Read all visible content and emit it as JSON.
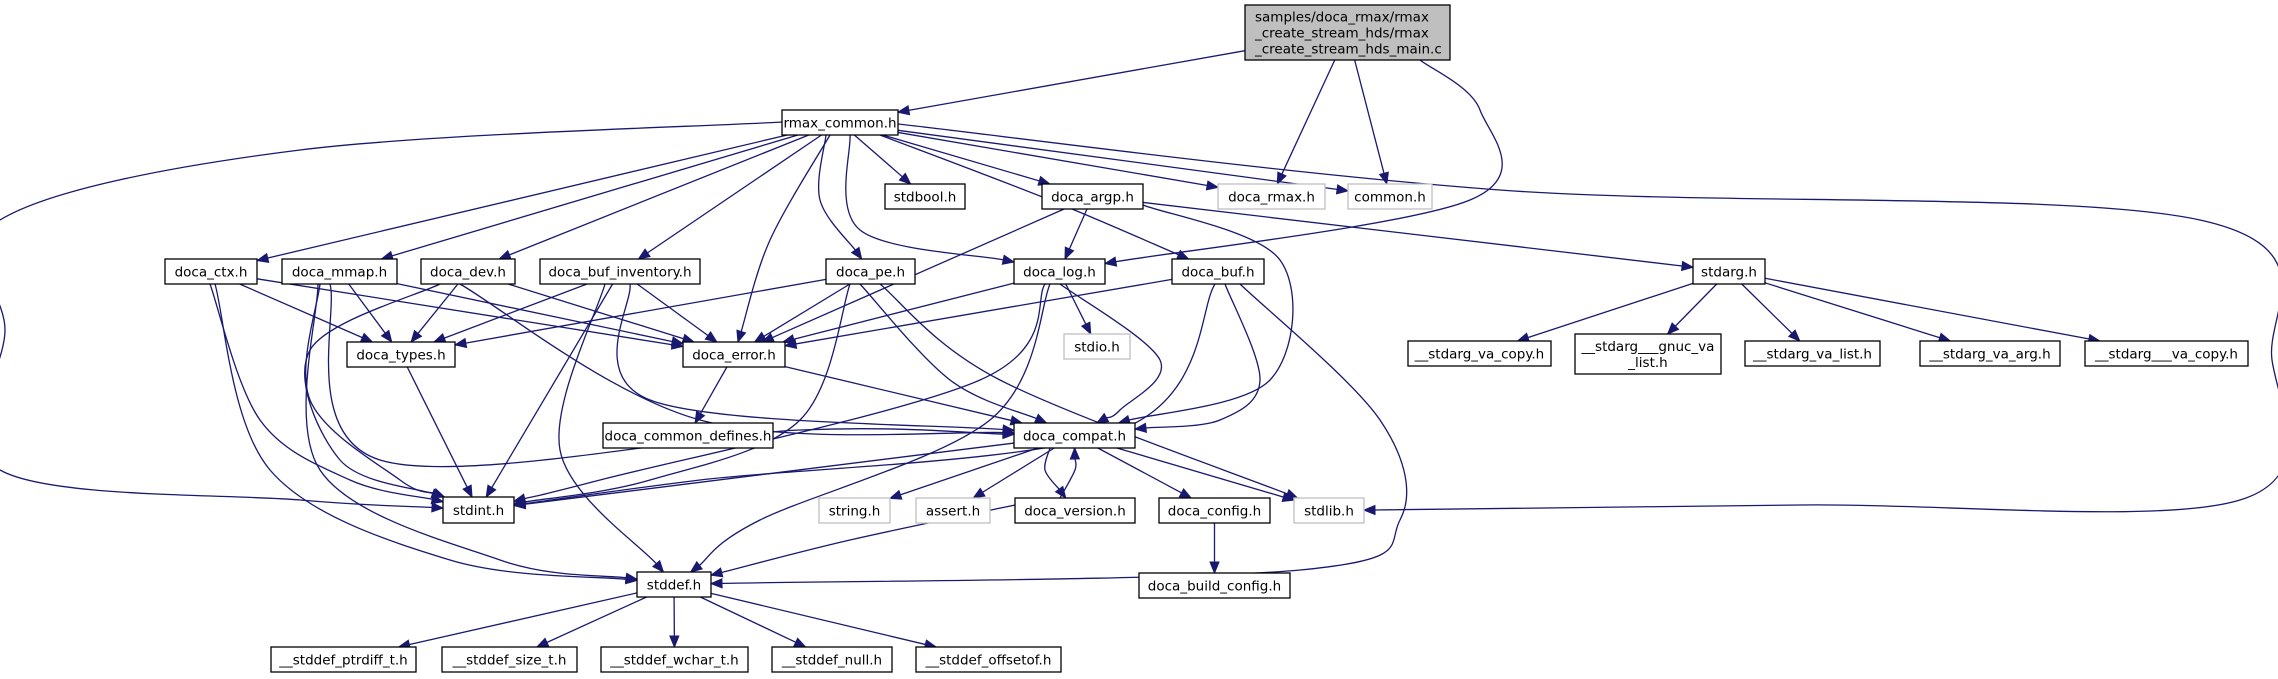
{
  "diagram": {
    "type": "include-dependency-graph",
    "edge_color": "#191970",
    "root_fill_color": "#bfbfbf",
    "external_border_color": "#bfbfbf",
    "nodes": [
      {
        "id": "root",
        "label_lines": [
          "samples/doca_rmax/rmax",
          "_create_stream_hds/rmax",
          "_create_stream_hds_main.c"
        ],
        "kind": "root"
      },
      {
        "id": "rmax_common",
        "label_lines": [
          "rmax_common.h"
        ],
        "kind": "doc"
      },
      {
        "id": "stdbool",
        "label_lines": [
          "stdbool.h"
        ],
        "kind": "doc"
      },
      {
        "id": "doca_argp",
        "label_lines": [
          "doca_argp.h"
        ],
        "kind": "doc"
      },
      {
        "id": "doca_rmax",
        "label_lines": [
          "doca_rmax.h"
        ],
        "kind": "external"
      },
      {
        "id": "common",
        "label_lines": [
          "common.h"
        ],
        "kind": "external"
      },
      {
        "id": "doca_ctx",
        "label_lines": [
          "doca_ctx.h"
        ],
        "kind": "doc"
      },
      {
        "id": "doca_mmap",
        "label_lines": [
          "doca_mmap.h"
        ],
        "kind": "doc"
      },
      {
        "id": "doca_dev",
        "label_lines": [
          "doca_dev.h"
        ],
        "kind": "doc"
      },
      {
        "id": "doca_buf_inventory",
        "label_lines": [
          "doca_buf_inventory.h"
        ],
        "kind": "doc"
      },
      {
        "id": "doca_pe",
        "label_lines": [
          "doca_pe.h"
        ],
        "kind": "doc"
      },
      {
        "id": "doca_log",
        "label_lines": [
          "doca_log.h"
        ],
        "kind": "doc"
      },
      {
        "id": "doca_buf",
        "label_lines": [
          "doca_buf.h"
        ],
        "kind": "doc"
      },
      {
        "id": "stdarg",
        "label_lines": [
          "stdarg.h"
        ],
        "kind": "doc"
      },
      {
        "id": "doca_types",
        "label_lines": [
          "doca_types.h"
        ],
        "kind": "doc"
      },
      {
        "id": "doca_error",
        "label_lines": [
          "doca_error.h"
        ],
        "kind": "doc"
      },
      {
        "id": "stdio",
        "label_lines": [
          "stdio.h"
        ],
        "kind": "external"
      },
      {
        "id": "stdarg_va_copy",
        "label_lines": [
          "__stdarg_va_copy.h"
        ],
        "kind": "doc"
      },
      {
        "id": "stdarg_gnuc_va_list",
        "label_lines": [
          "__stdarg___gnuc_va",
          "_list.h"
        ],
        "kind": "doc"
      },
      {
        "id": "stdarg_va_list",
        "label_lines": [
          "__stdarg_va_list.h"
        ],
        "kind": "doc"
      },
      {
        "id": "stdarg_va_arg",
        "label_lines": [
          "__stdarg_va_arg.h"
        ],
        "kind": "doc"
      },
      {
        "id": "stdarg___va_copy",
        "label_lines": [
          "__stdarg___va_copy.h"
        ],
        "kind": "doc"
      },
      {
        "id": "doca_common_defines",
        "label_lines": [
          "doca_common_defines.h"
        ],
        "kind": "doc"
      },
      {
        "id": "doca_compat",
        "label_lines": [
          "doca_compat.h"
        ],
        "kind": "doc"
      },
      {
        "id": "stdint",
        "label_lines": [
          "stdint.h"
        ],
        "kind": "doc"
      },
      {
        "id": "string",
        "label_lines": [
          "string.h"
        ],
        "kind": "external"
      },
      {
        "id": "assert",
        "label_lines": [
          "assert.h"
        ],
        "kind": "external"
      },
      {
        "id": "doca_version",
        "label_lines": [
          "doca_version.h"
        ],
        "kind": "doc"
      },
      {
        "id": "doca_config",
        "label_lines": [
          "doca_config.h"
        ],
        "kind": "doc"
      },
      {
        "id": "stdlib",
        "label_lines": [
          "stdlib.h"
        ],
        "kind": "external"
      },
      {
        "id": "stddef",
        "label_lines": [
          "stddef.h"
        ],
        "kind": "doc"
      },
      {
        "id": "doca_build_config",
        "label_lines": [
          "doca_build_config.h"
        ],
        "kind": "doc"
      },
      {
        "id": "stddef_ptrdiff_t",
        "label_lines": [
          "__stddef_ptrdiff_t.h"
        ],
        "kind": "doc"
      },
      {
        "id": "stddef_size_t",
        "label_lines": [
          "__stddef_size_t.h"
        ],
        "kind": "doc"
      },
      {
        "id": "stddef_wchar_t",
        "label_lines": [
          "__stddef_wchar_t.h"
        ],
        "kind": "doc"
      },
      {
        "id": "stddef_null",
        "label_lines": [
          "__stddef_null.h"
        ],
        "kind": "doc"
      },
      {
        "id": "stddef_offsetof",
        "label_lines": [
          "__stddef_offsetof.h"
        ],
        "kind": "doc"
      }
    ],
    "edges": [
      [
        "root",
        "rmax_common"
      ],
      [
        "root",
        "doca_rmax"
      ],
      [
        "root",
        "common"
      ],
      [
        "root",
        "doca_log"
      ],
      [
        "rmax_common",
        "stdbool"
      ],
      [
        "rmax_common",
        "doca_argp"
      ],
      [
        "rmax_common",
        "doca_rmax"
      ],
      [
        "rmax_common",
        "common"
      ],
      [
        "rmax_common",
        "doca_ctx"
      ],
      [
        "rmax_common",
        "doca_mmap"
      ],
      [
        "rmax_common",
        "doca_dev"
      ],
      [
        "rmax_common",
        "doca_buf_inventory"
      ],
      [
        "rmax_common",
        "doca_pe"
      ],
      [
        "rmax_common",
        "doca_log"
      ],
      [
        "rmax_common",
        "doca_buf"
      ],
      [
        "rmax_common",
        "doca_error"
      ],
      [
        "rmax_common",
        "stdint"
      ],
      [
        "rmax_common",
        "stdlib"
      ],
      [
        "doca_argp",
        "doca_log"
      ],
      [
        "doca_argp",
        "doca_error"
      ],
      [
        "doca_argp",
        "doca_compat"
      ],
      [
        "doca_argp",
        "stdarg"
      ],
      [
        "doca_ctx",
        "doca_types"
      ],
      [
        "doca_ctx",
        "doca_error"
      ],
      [
        "doca_ctx",
        "stdint"
      ],
      [
        "doca_ctx",
        "stddef"
      ],
      [
        "doca_mmap",
        "doca_types"
      ],
      [
        "doca_mmap",
        "doca_error"
      ],
      [
        "doca_mmap",
        "doca_compat"
      ],
      [
        "doca_mmap",
        "stdint"
      ],
      [
        "doca_mmap",
        "stddef"
      ],
      [
        "doca_dev",
        "doca_types"
      ],
      [
        "doca_dev",
        "doca_error"
      ],
      [
        "doca_dev",
        "doca_compat"
      ],
      [
        "doca_dev",
        "stdint"
      ],
      [
        "doca_buf_inventory",
        "doca_types"
      ],
      [
        "doca_buf_inventory",
        "doca_error"
      ],
      [
        "doca_buf_inventory",
        "doca_compat"
      ],
      [
        "doca_buf_inventory",
        "stdint"
      ],
      [
        "doca_buf_inventory",
        "stddef"
      ],
      [
        "doca_pe",
        "doca_types"
      ],
      [
        "doca_pe",
        "doca_error"
      ],
      [
        "doca_pe",
        "doca_compat"
      ],
      [
        "doca_pe",
        "stdint"
      ],
      [
        "doca_pe",
        "stdlib"
      ],
      [
        "doca_log",
        "doca_error"
      ],
      [
        "doca_log",
        "doca_compat"
      ],
      [
        "doca_log",
        "stdio"
      ],
      [
        "doca_log",
        "stdint"
      ],
      [
        "doca_log",
        "stddef"
      ],
      [
        "doca_buf",
        "doca_error"
      ],
      [
        "doca_buf",
        "doca_compat"
      ],
      [
        "doca_buf",
        "stdint"
      ],
      [
        "doca_buf",
        "stddef"
      ],
      [
        "stdarg",
        "stdarg_va_copy"
      ],
      [
        "stdarg",
        "stdarg_gnuc_va_list"
      ],
      [
        "stdarg",
        "stdarg_va_list"
      ],
      [
        "stdarg",
        "stdarg_va_arg"
      ],
      [
        "stdarg",
        "stdarg___va_copy"
      ],
      [
        "doca_types",
        "stdint"
      ],
      [
        "doca_error",
        "doca_common_defines"
      ],
      [
        "doca_error",
        "doca_compat"
      ],
      [
        "doca_compat",
        "stdint"
      ],
      [
        "doca_compat",
        "string"
      ],
      [
        "doca_compat",
        "assert"
      ],
      [
        "doca_compat",
        "doca_version"
      ],
      [
        "doca_compat",
        "doca_config"
      ],
      [
        "doca_compat",
        "stdlib"
      ],
      [
        "doca_version",
        "doca_compat"
      ],
      [
        "doca_version",
        "stddef"
      ],
      [
        "doca_config",
        "doca_build_config"
      ],
      [
        "stddef",
        "stddef_ptrdiff_t"
      ],
      [
        "stddef",
        "stddef_size_t"
      ],
      [
        "stddef",
        "stddef_wchar_t"
      ],
      [
        "stddef",
        "stddef_null"
      ],
      [
        "stddef",
        "stddef_offsetof"
      ]
    ]
  }
}
